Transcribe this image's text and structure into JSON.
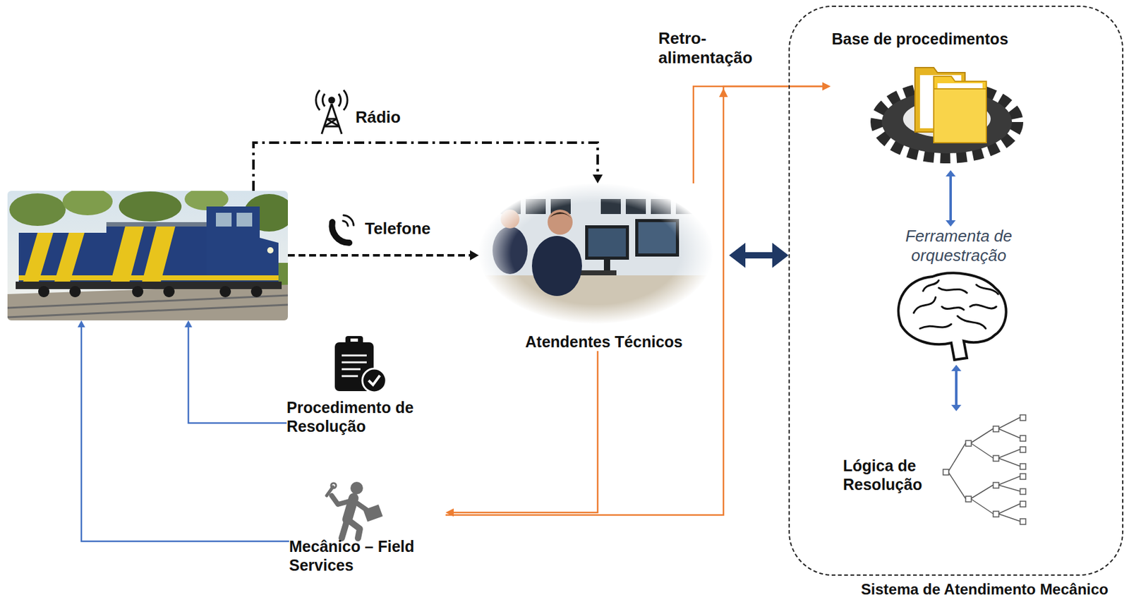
{
  "diagram": {
    "nodes": [
      {
        "text": []
      },
      {
        "text": [
          "Atendentes Técnicos"
        ]
      },
      {
        "text": [
          "Procedimento de Resolução"
        ]
      },
      {
        "text": [
          "Mecânico – Field Services"
        ]
      },
      {
        "text": [
          "Sistema de Atendimento Mecânico"
        ]
      },
      {
        "text": [
          "Base de procedimentos"
        ],
        "in": 4
      },
      {
        "text": [
          "Ferramenta de orquestração"
        ],
        "in": 4
      },
      {
        "text": [
          "Lógica de Resolução"
        ],
        "in": 4
      }
    ],
    "edges": [
      {
        "from": 0,
        "to": 1,
        "label": "Rádio",
        "arrow": "to"
      },
      {
        "from": 0,
        "to": 1,
        "label": "Telefone",
        "arrow": "to"
      },
      {
        "from": 2,
        "to": 0,
        "arrow": "to"
      },
      {
        "from": 3,
        "to": 0,
        "arrow": "to"
      },
      {
        "from": 1,
        "to": 4,
        "arrow": "both"
      },
      {
        "from": 5,
        "to": 6,
        "arrow": "both"
      },
      {
        "from": 6,
        "to": 7,
        "arrow": "both"
      },
      {
        "from": 1,
        "to": 3,
        "arrow": "to"
      },
      {
        "from": 1,
        "to": 5,
        "label": "Retro- alimentação",
        "arrow": "to"
      },
      {
        "from": 3,
        "to": 5,
        "arrow": "to"
      }
    ]
  }
}
